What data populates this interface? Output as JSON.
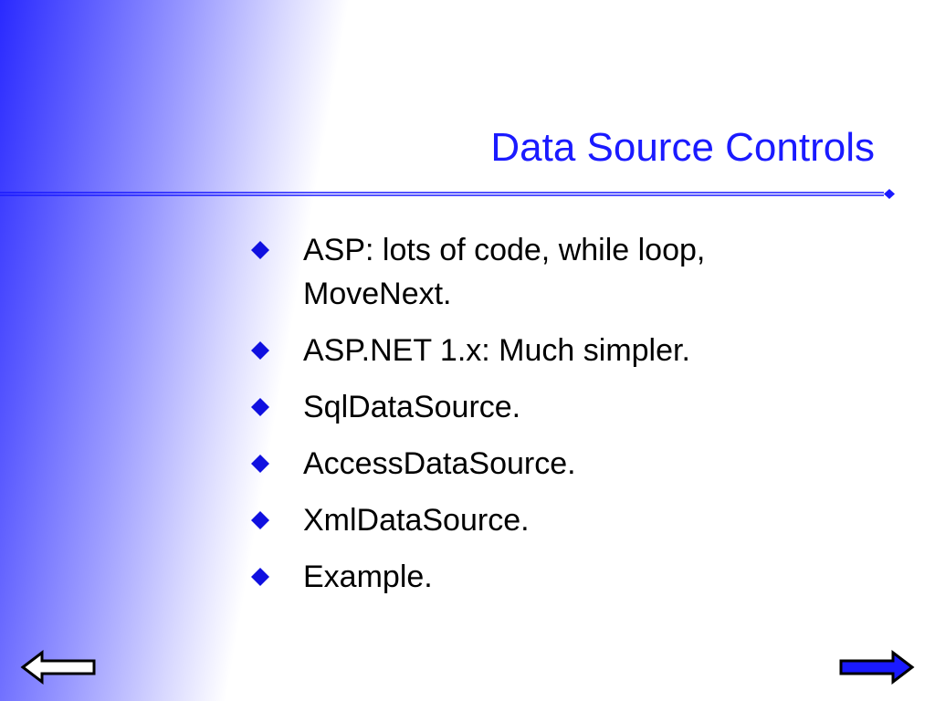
{
  "slide": {
    "title": "Data Source Controls",
    "bullets": [
      "ASP: lots of code, while loop, MoveNext.",
      "ASP.NET 1.x: Much simpler.",
      "SqlDataSource.",
      "AccessDataSource.",
      "XmlDataSource.",
      "Example."
    ]
  },
  "navigation": {
    "previous_icon": "left-arrow-icon",
    "next_icon": "right-arrow-icon"
  },
  "colors": {
    "title": "#1a1aff",
    "bullet_marker": "#1010e0",
    "rule": "#1a1aff",
    "gradient_edge": "#2a2aff",
    "next_arrow_fill": "#1a1aff"
  }
}
